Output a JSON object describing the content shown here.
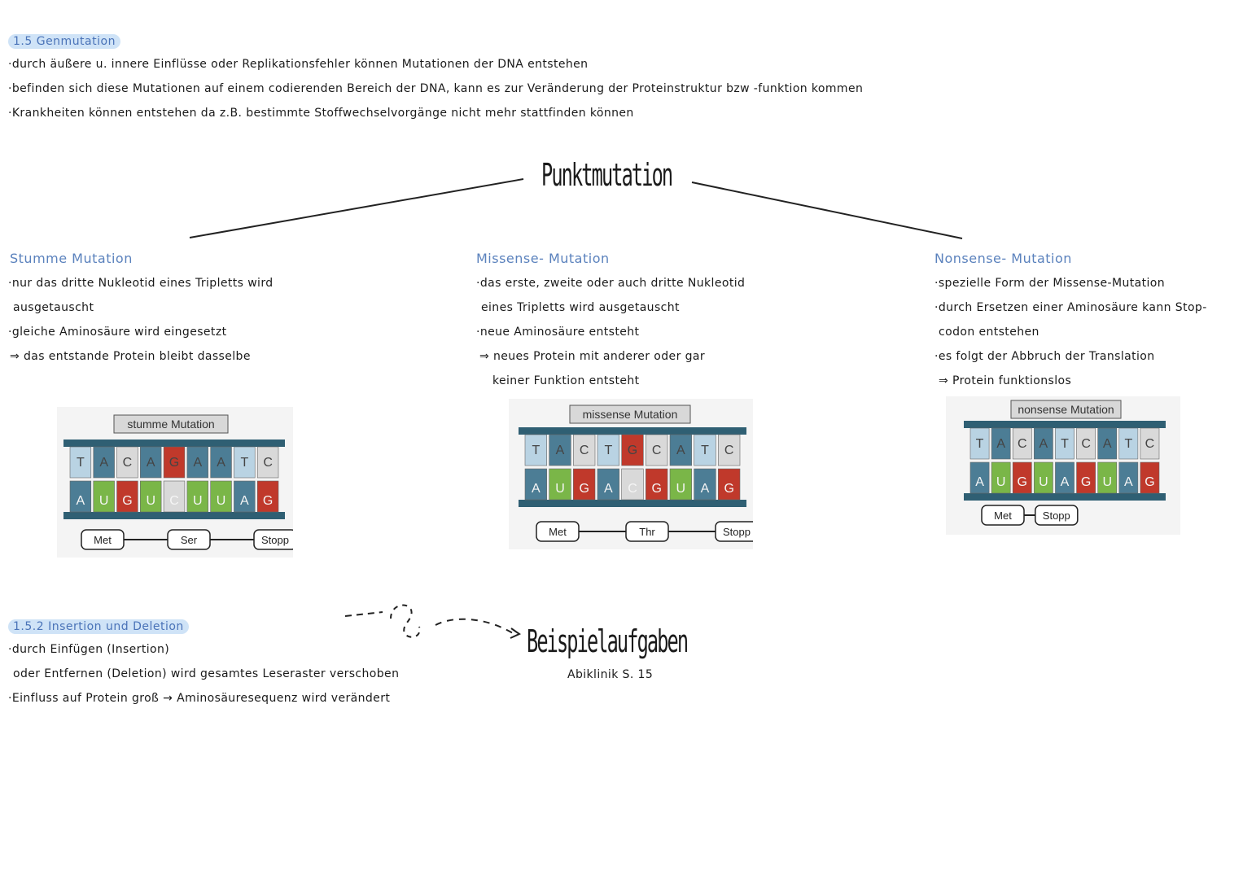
{
  "header": {
    "section": "1.5 Genmutation",
    "lines": [
      "·durch äußere u. innere Einflüsse oder Replikationsfehler können Mutationen der DNA entstehen",
      "·befinden sich diese Mutationen auf einem codierenden Bereich der DNA, kann es zur Veränderung der Proteinstruktur bzw -funktion kommen",
      "·Krankheiten können entstehen da z.B. bestimmte Stoffwechselvorgänge nicht mehr stattfinden können"
    ]
  },
  "center_title": "Punktmutation",
  "columns": [
    {
      "title": "Stumme Mutation",
      "lines": [
        "·nur das dritte Nukleotid eines Tripletts wird",
        "ausgetauscht",
        "·gleiche Aminosäure wird eingesetzt",
        "⇒ das entstande Protein bleibt dasselbe"
      ],
      "diagram": {
        "label": "stumme Mutation",
        "top": [
          "T",
          "A",
          "C",
          "A",
          "G",
          "A",
          "A",
          "T",
          "C"
        ],
        "bottom": [
          "A",
          "U",
          "G",
          "U",
          "C",
          "U",
          "U",
          "A",
          "G"
        ],
        "amino": [
          "Met",
          "Ser",
          "Stopp"
        ]
      }
    },
    {
      "title": "Missense- Mutation",
      "lines": [
        "·das erste, zweite oder auch dritte Nukleotid",
        "eines Tripletts wird ausgetauscht",
        "·neue Aminosäure entsteht",
        "⇒ neues Protein mit anderer oder gar",
        "keiner Funktion entsteht"
      ],
      "diagram": {
        "label": "missense Mutation",
        "top": [
          "T",
          "A",
          "C",
          "T",
          "G",
          "C",
          "A",
          "T",
          "C"
        ],
        "bottom": [
          "A",
          "U",
          "G",
          "A",
          "C",
          "G",
          "U",
          "A",
          "G"
        ],
        "amino": [
          "Met",
          "Thr",
          "Stopp"
        ]
      }
    },
    {
      "title": "Nonsense- Mutation",
      "lines": [
        "·spezielle Form der Missense-Mutation",
        "·durch Ersetzen einer Aminosäure kann Stop-",
        "codon entstehen",
        "·es folgt der Abbruch der Translation",
        "⇒ Protein funktionslos"
      ],
      "diagram": {
        "label": "nonsense Mutation",
        "top": [
          "T",
          "A",
          "C",
          "A",
          "T",
          "C",
          "A",
          "T",
          "C"
        ],
        "bottom": [
          "A",
          "U",
          "G",
          "U",
          "A",
          "G",
          "U",
          "A",
          "G"
        ],
        "amino": [
          "Met",
          "Stopp"
        ]
      }
    }
  ],
  "section2": {
    "title": "1.5.2 Insertion und Deletion",
    "lines": [
      "·durch Einfügen (Insertion)",
      "oder Entfernen (Deletion) wird gesamtes Leseraster verschoben",
      "·Einfluss auf Protein groß → Aminosäuresequenz wird verändert"
    ]
  },
  "examples": {
    "title": "Beispielaufgaben",
    "ref": "Abiklinik S. 15"
  },
  "colors": {
    "accent": "#5b82bd",
    "highlight": "#cfe3f7",
    "strand": "#2f5f73",
    "nuc_T": "#b9d3e3",
    "nuc_A": "#4c7d95",
    "nuc_C": "#d9d9d9",
    "nuc_G": "#c0392b",
    "nuc_U": "#7ab648"
  }
}
